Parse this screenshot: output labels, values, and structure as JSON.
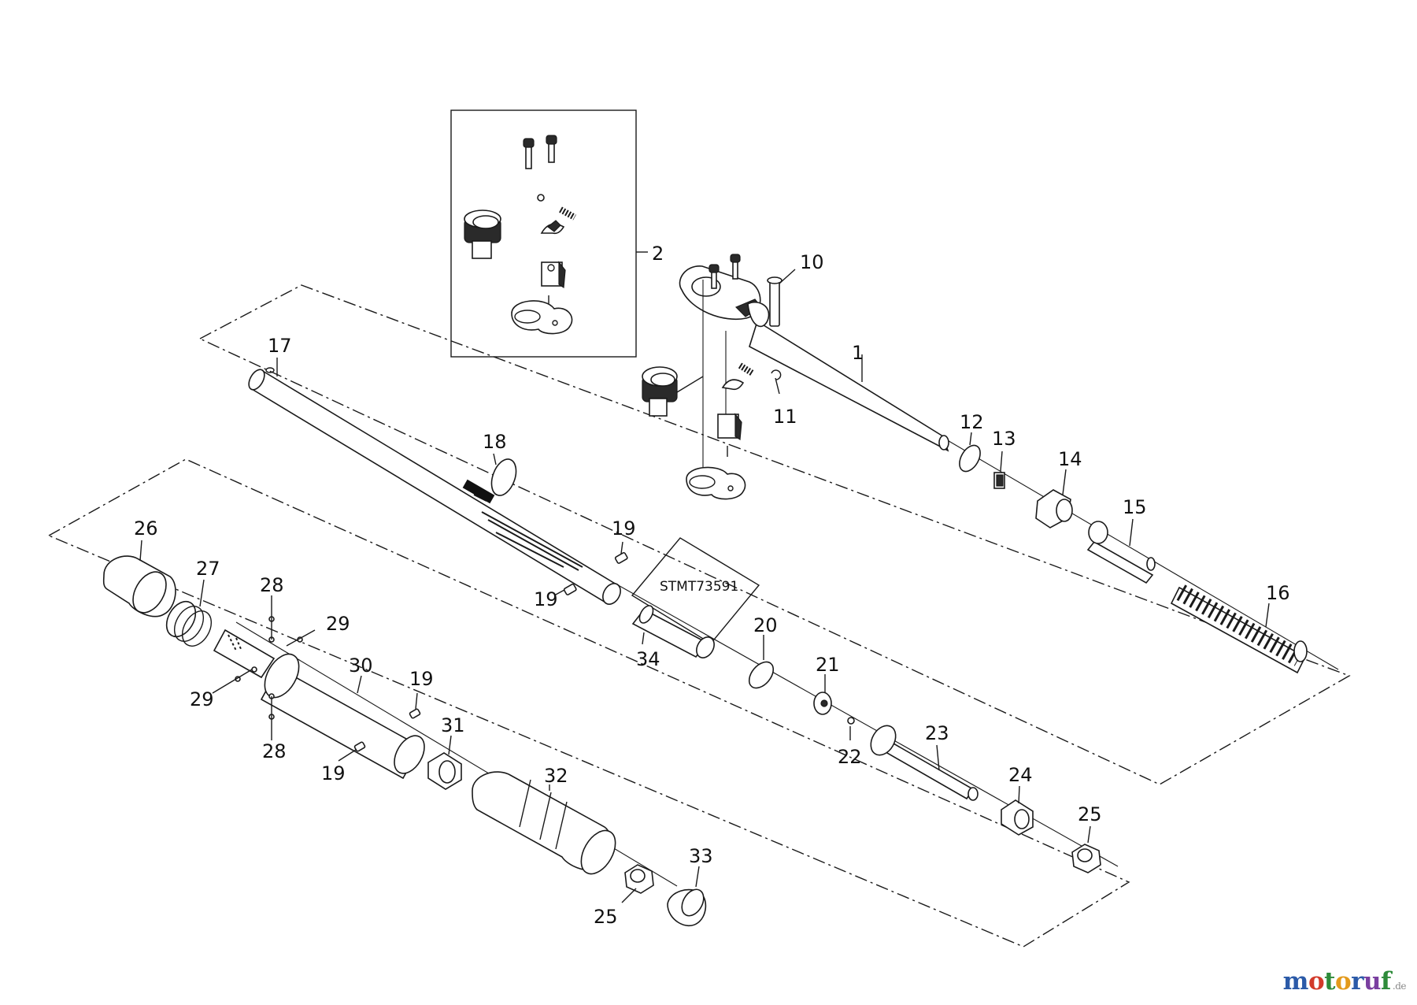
{
  "callouts": [
    {
      "id": "c1",
      "text": "1"
    },
    {
      "id": "c2",
      "text": "2"
    },
    {
      "id": "c10",
      "text": "10"
    },
    {
      "id": "c11",
      "text": "11"
    },
    {
      "id": "c12",
      "text": "12"
    },
    {
      "id": "c13",
      "text": "13"
    },
    {
      "id": "c14",
      "text": "14"
    },
    {
      "id": "c15",
      "text": "15"
    },
    {
      "id": "c16",
      "text": "16"
    },
    {
      "id": "c17",
      "text": "17"
    },
    {
      "id": "c18",
      "text": "18"
    },
    {
      "id": "c19a",
      "text": "19"
    },
    {
      "id": "c19b",
      "text": "19"
    },
    {
      "id": "c19c",
      "text": "19"
    },
    {
      "id": "c19d",
      "text": "19"
    },
    {
      "id": "c20",
      "text": "20"
    },
    {
      "id": "c21",
      "text": "21"
    },
    {
      "id": "c22",
      "text": "22"
    },
    {
      "id": "c23",
      "text": "23"
    },
    {
      "id": "c24",
      "text": "24"
    },
    {
      "id": "c25a",
      "text": "25"
    },
    {
      "id": "c25b",
      "text": "25"
    },
    {
      "id": "c26",
      "text": "26"
    },
    {
      "id": "c27",
      "text": "27"
    },
    {
      "id": "c28a",
      "text": "28"
    },
    {
      "id": "c28b",
      "text": "28"
    },
    {
      "id": "c29a",
      "text": "29"
    },
    {
      "id": "c29b",
      "text": "29"
    },
    {
      "id": "c30",
      "text": "30"
    },
    {
      "id": "c31",
      "text": "31"
    },
    {
      "id": "c32",
      "text": "32"
    },
    {
      "id": "c33",
      "text": "33"
    },
    {
      "id": "c34",
      "text": "34"
    }
  ],
  "kit_label": "STMT73591",
  "brand": {
    "letters": [
      "m",
      "o",
      "t",
      "o",
      "r",
      "u",
      "f"
    ],
    "letter_colors": [
      "#2b5aa8",
      "#d23a2a",
      "#2e8b3a",
      "#e39a1c",
      "#2b5aa8",
      "#7a3fa0",
      "#2e8b3a"
    ],
    "tld": ".de"
  },
  "colors": {
    "line": "#1a1a1a",
    "part_fill": "#ffffff",
    "dark_fill": "#2a2a2a"
  }
}
